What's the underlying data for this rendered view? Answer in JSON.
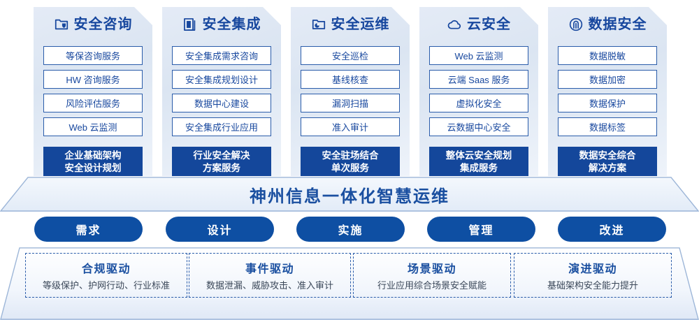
{
  "pillars": [
    {
      "icon": "folder-shield-icon",
      "title": "安全咨询",
      "items": [
        "等保咨询服务",
        "HW 咨询服务",
        "风险评估服务",
        "Web 云监测"
      ],
      "summary_line1": "企业基础架构",
      "summary_line2": "安全设计规划"
    },
    {
      "icon": "documents-copy-icon",
      "title": "安全集成",
      "items": [
        "安全集成需求咨询",
        "安全集成规划设计",
        "数据中心建设",
        "安全集成行业应用"
      ],
      "summary_line1": "行业安全解决",
      "summary_line2": "方案服务"
    },
    {
      "icon": "folder-chart-icon",
      "title": "安全运维",
      "items": [
        "安全巡检",
        "基线核查",
        "漏洞扫描",
        "准入审计"
      ],
      "summary_line1": "安全驻场结合",
      "summary_line2": "单次服务"
    },
    {
      "icon": "cloud-icon",
      "title": "云安全",
      "items": [
        "Web 云监测",
        "云端 Saas 服务",
        "虚拟化安全",
        "云数据中心安全"
      ],
      "summary_line1": "整体云安全规划",
      "summary_line2": "集成服务"
    },
    {
      "icon": "fingerprint-icon",
      "title": "数据安全",
      "items": [
        "数据脱敏",
        "数据加密",
        "数据保护",
        "数据标签"
      ],
      "summary_line1": "数据安全综合",
      "summary_line2": "解决方案"
    }
  ],
  "band": {
    "title": "神州信息一体化智慧运维"
  },
  "pills": [
    "需求",
    "设计",
    "实施",
    "管理",
    "改进"
  ],
  "drivers": [
    {
      "title": "合规驱动",
      "sub": "等级保护、护网行动、行业标准"
    },
    {
      "title": "事件驱动",
      "sub": "数据泄漏、威胁攻击、准入审计"
    },
    {
      "title": "场景驱动",
      "sub": "行业应用综合场景安全赋能"
    },
    {
      "title": "演进驱动",
      "sub": "基础架构安全能力提升"
    }
  ],
  "colors": {
    "brand_navy": "#14479b",
    "brand_blue": "#1a4fa0",
    "pill_blue": "#0e4fa3",
    "panel_bg_light": "#e4ebf6",
    "item_border": "#2a5caa",
    "text_dark": "#3a4758"
  }
}
